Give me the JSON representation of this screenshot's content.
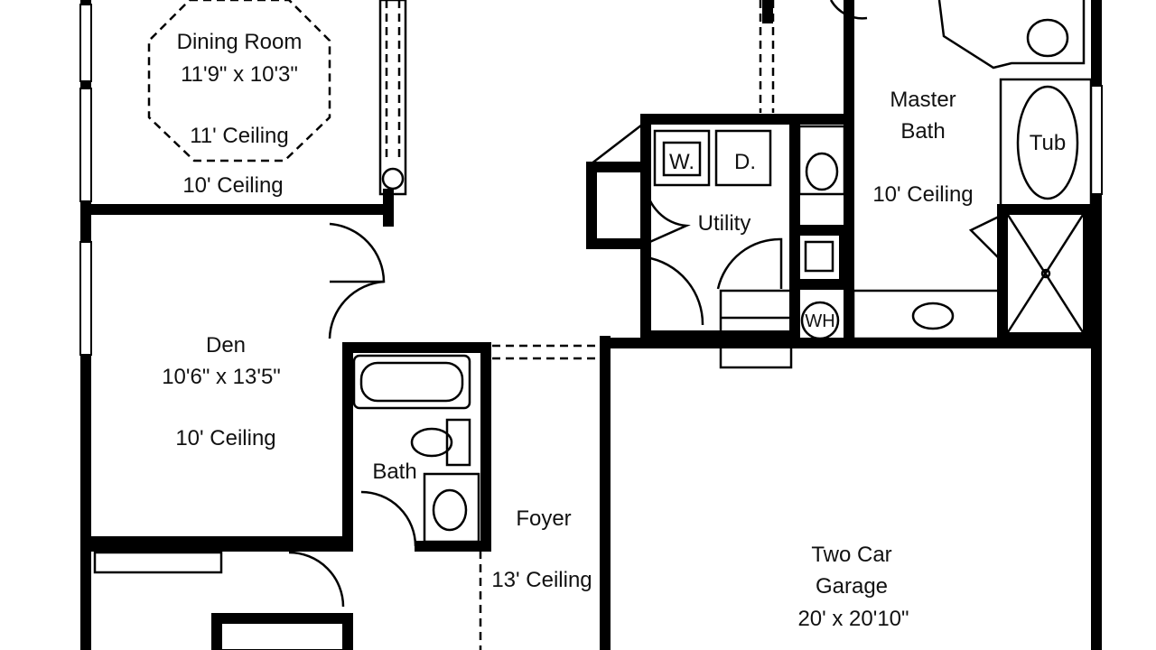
{
  "rooms": {
    "dining": {
      "name": "Dining Room",
      "size": "11'9\" x 10'3\"",
      "tray_ceiling": "11' Ceiling",
      "ceiling": "10' Ceiling"
    },
    "den": {
      "name": "Den",
      "size": "10'6\" x 13'5\"",
      "ceiling": "10' Ceiling"
    },
    "bath": {
      "name": "Bath"
    },
    "foyer": {
      "name": "Foyer",
      "ceiling": "13' Ceiling"
    },
    "utility": {
      "name": "Utility",
      "washer": "W.",
      "dryer": "D."
    },
    "master_bath": {
      "name_line1": "Master",
      "name_line2": "Bath",
      "ceiling": "10' Ceiling",
      "tub": "Tub"
    },
    "water_heater": {
      "label": "WH"
    },
    "garage": {
      "name_line1": "Two Car",
      "name_line2": "Garage",
      "size": "20' x 20'10\""
    }
  }
}
